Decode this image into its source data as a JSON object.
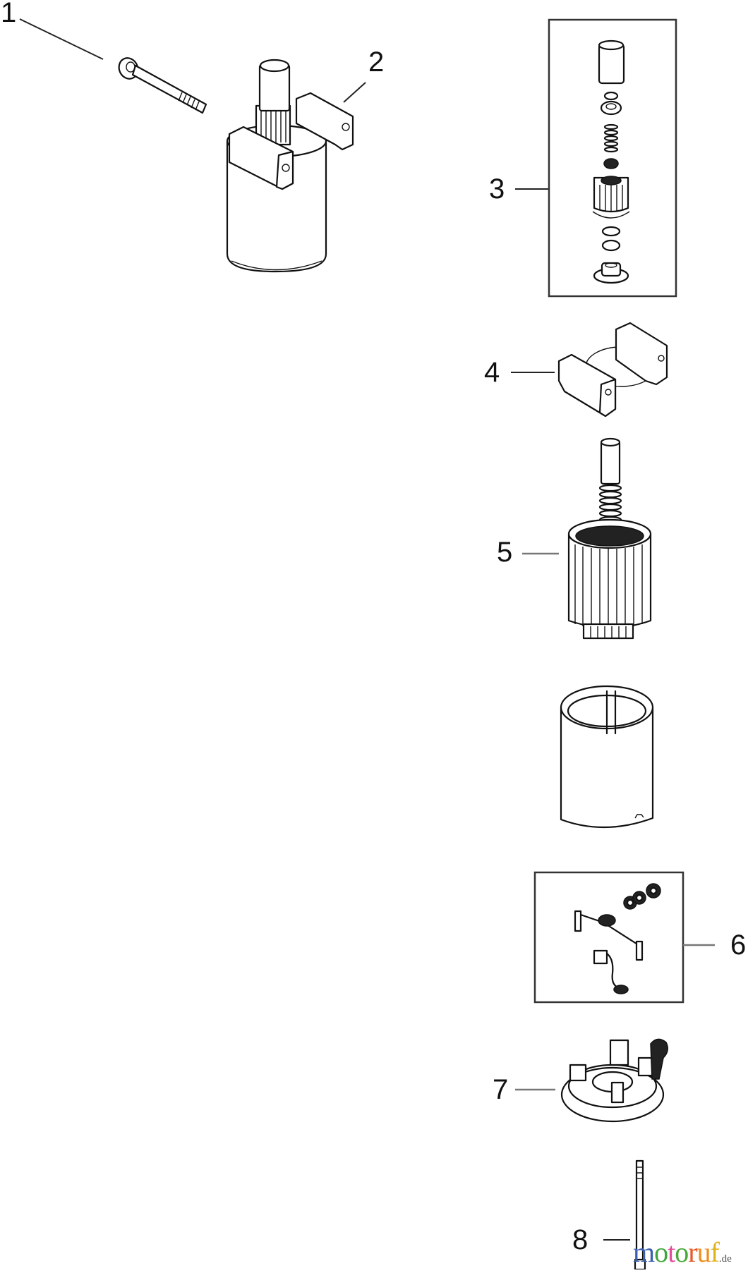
{
  "diagram": {
    "type": "exploded-parts-view",
    "subject": "electric starter motor",
    "callouts": [
      {
        "id": "1",
        "label": "1",
        "part": "bolt"
      },
      {
        "id": "2",
        "label": "2",
        "part": "starter motor assembly"
      },
      {
        "id": "3",
        "label": "3",
        "part": "drive kit (boxed)"
      },
      {
        "id": "4",
        "label": "4",
        "part": "bracket"
      },
      {
        "id": "5",
        "label": "5",
        "part": "armature"
      },
      {
        "id": "6",
        "label": "6",
        "part": "brush kit (boxed)"
      },
      {
        "id": "7",
        "label": "7",
        "part": "end cap / brush holder"
      },
      {
        "id": "8",
        "label": "8",
        "part": "through bolt"
      }
    ],
    "unlabeled_parts": [
      "motor housing"
    ]
  },
  "watermark": {
    "letters": [
      {
        "char": "m",
        "color": "#3a5fb0"
      },
      {
        "char": "o",
        "color": "#3fa63a"
      },
      {
        "char": "t",
        "color": "#e04f9a"
      },
      {
        "char": "o",
        "color": "#4aa83a"
      },
      {
        "char": "r",
        "color": "#e8582a"
      },
      {
        "char": "u",
        "color": "#f08c1e"
      },
      {
        "char": "f",
        "color": "#e0b21a"
      }
    ],
    "suffix": ".de",
    "suffix_color": "#555555"
  }
}
